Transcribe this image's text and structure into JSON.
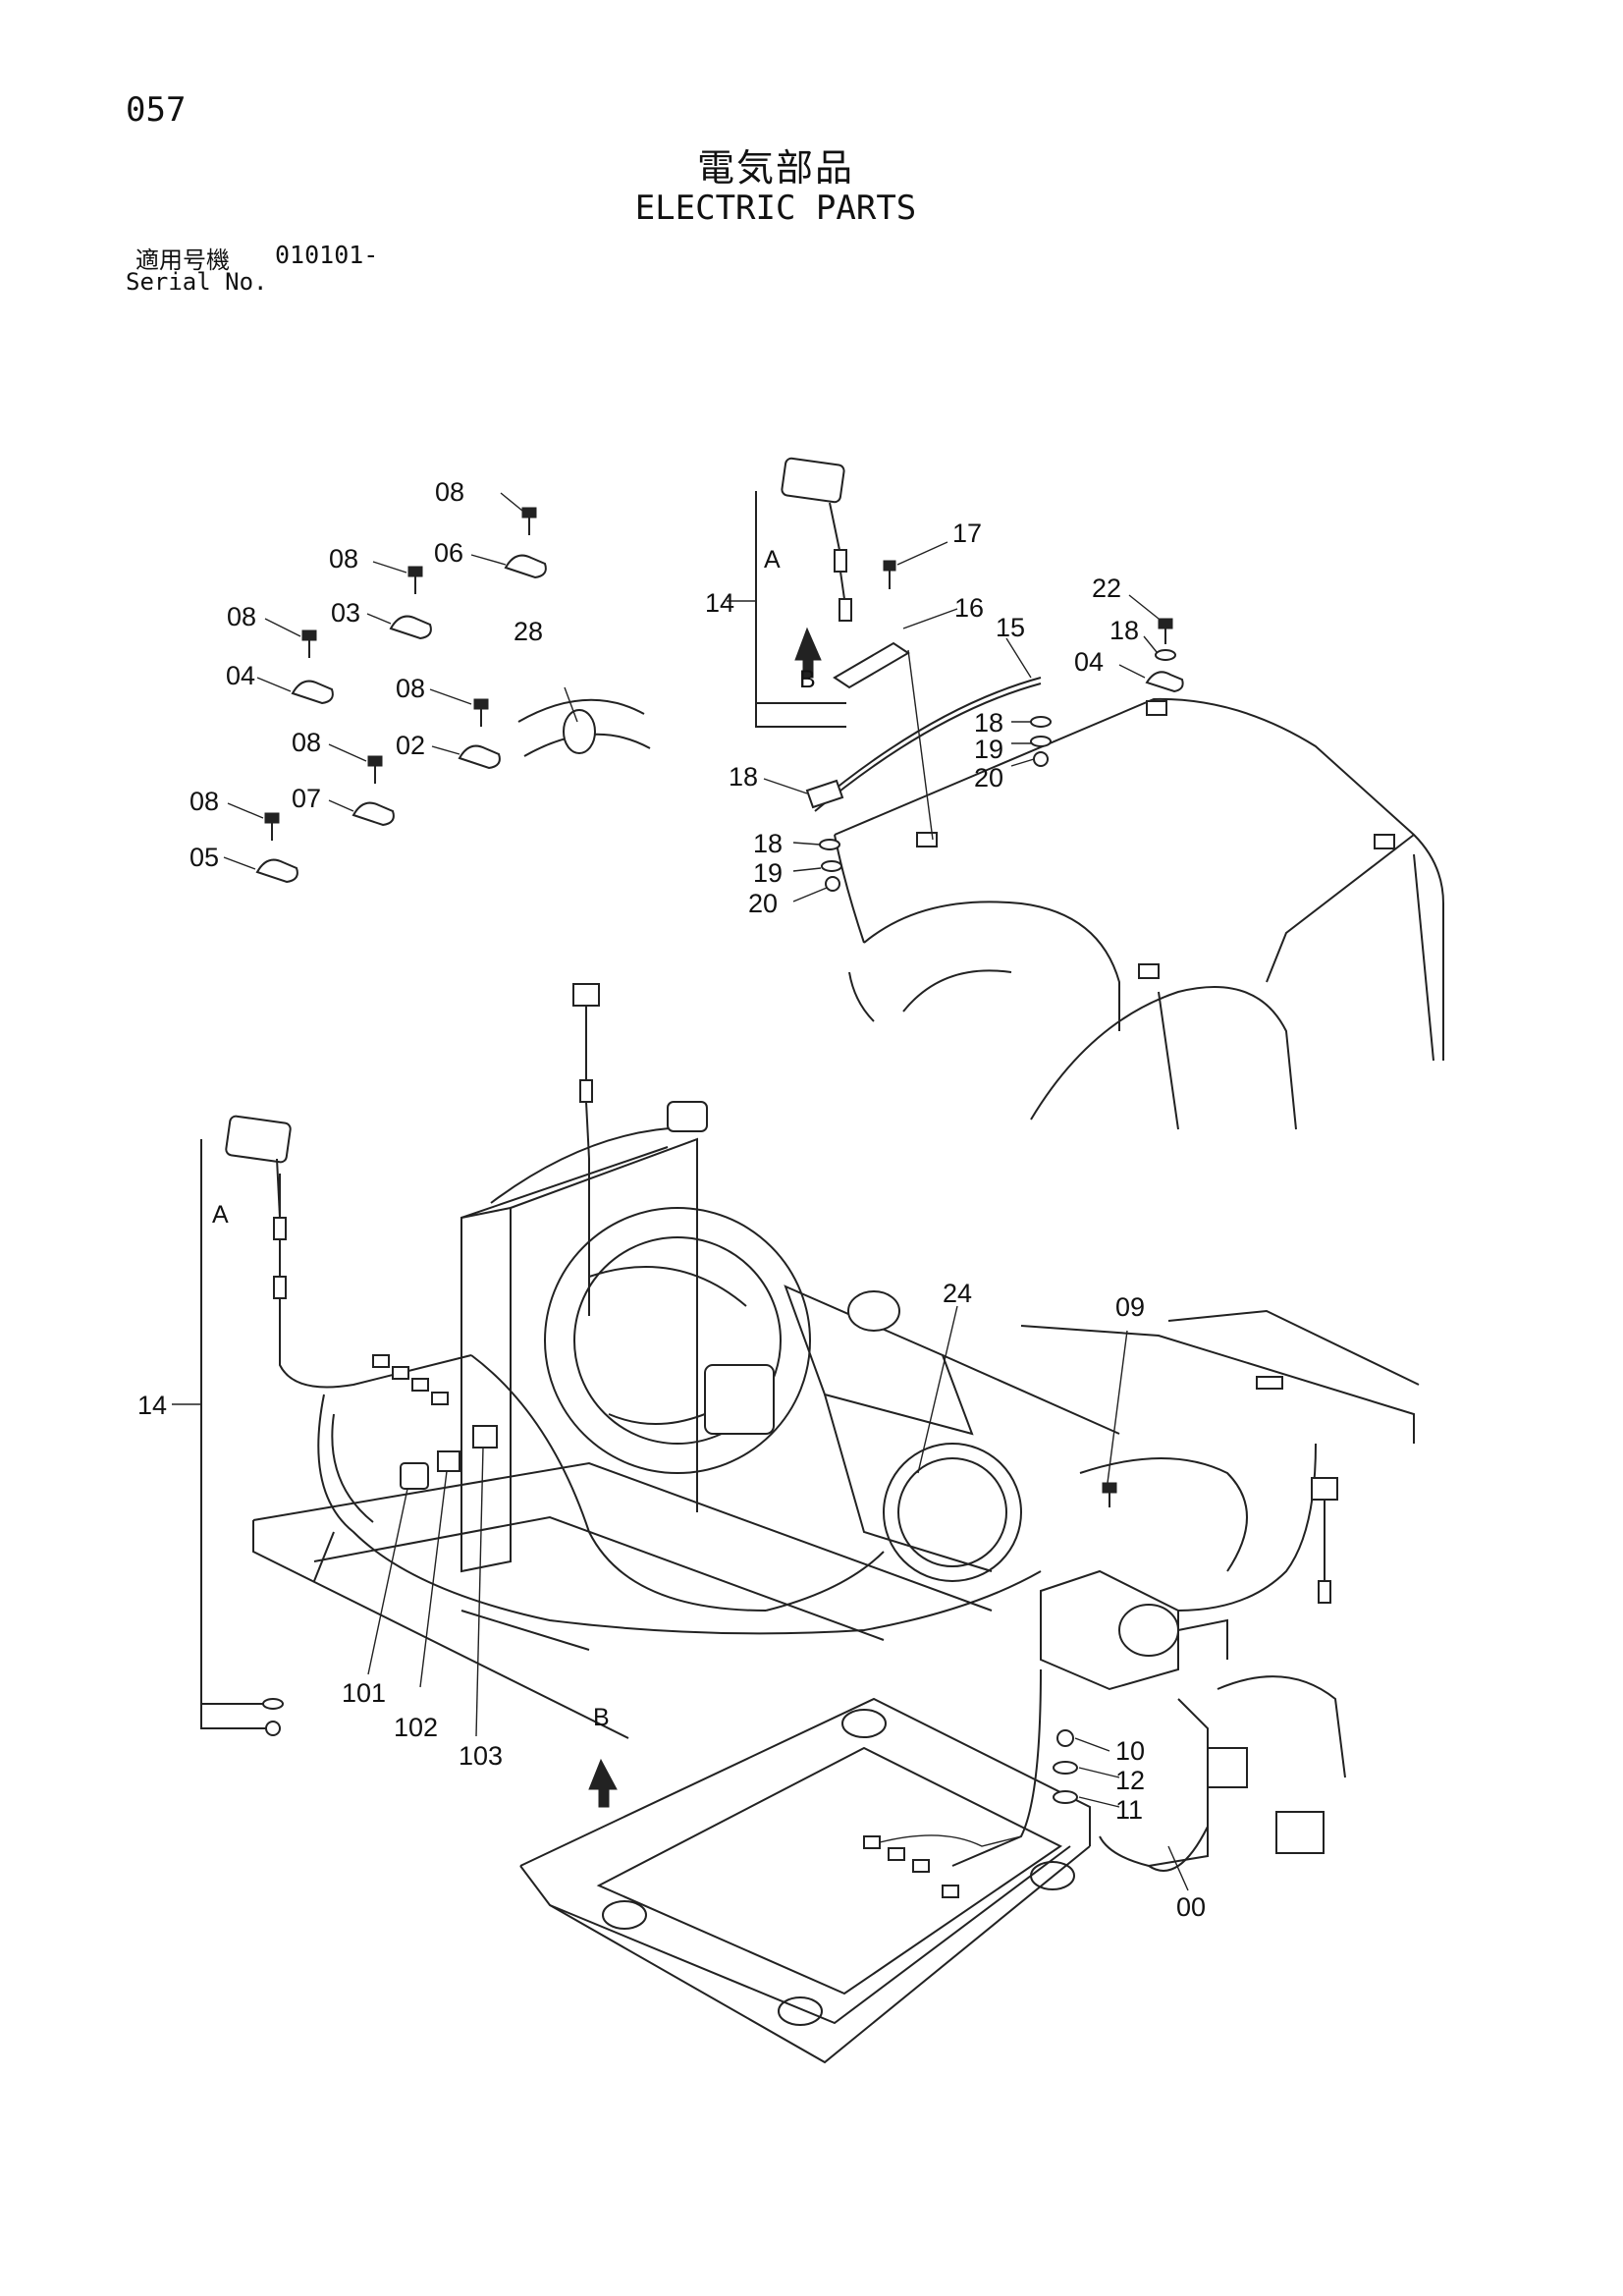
{
  "page_number": "057",
  "title_jp": "電気部品",
  "title_en": "ELECTRIC PARTS",
  "serial": {
    "label_jp": "適用号機",
    "number": "010101-",
    "label_en": "Serial No."
  },
  "callouts": {
    "c08a": "08",
    "c06": "06",
    "c08b": "08",
    "c03": "03",
    "c08c": "08",
    "c04a": "04",
    "c28": "28",
    "c08d": "08",
    "c02": "02",
    "c08e": "08",
    "c07": "07",
    "c08f": "08",
    "c05": "05",
    "c17": "17",
    "c14a": "14",
    "c16": "16",
    "c15": "15",
    "c22": "22",
    "c18a": "18",
    "c04b": "04",
    "c18b": "18",
    "c19a": "19",
    "c20a": "20",
    "c18c": "18",
    "c18d": "18",
    "c19b": "19",
    "c20b": "20",
    "c24": "24",
    "c09": "09",
    "c14b": "14",
    "c101": "101",
    "c102": "102",
    "c103": "103",
    "c10": "10",
    "c12": "12",
    "c11": "11",
    "c00": "00"
  },
  "view_markers": {
    "a_top": "A",
    "b_top": "B",
    "a_bottom": "A",
    "b_bottom": "B"
  }
}
